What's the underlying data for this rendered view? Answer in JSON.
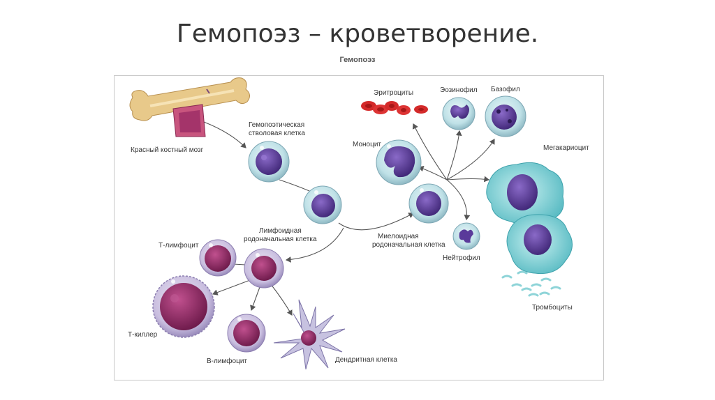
{
  "slide": {
    "title": "Гемопоэз – кроветворение.",
    "figure_title": "Гемопоэз"
  },
  "labels": {
    "red_marrow": "Красный костный мозг",
    "stem_cell_1": "Гемопоэтическая",
    "stem_cell_2": "стволовая клетка",
    "lymphoid_1": "Лимфоидная",
    "lymphoid_2": "родоначальная клетка",
    "myeloid_1": "Миелоидная",
    "myeloid_2": "родоначальная клетка",
    "t_lymphocyte": "Т-лимфоцит",
    "t_killer": "Т-киллер",
    "b_lymphocyte": "В-лимфоцит",
    "dendritic": "Дендритная клетка",
    "erythrocytes": "Эритроциты",
    "eosinophil": "Эозинофил",
    "basophil": "Базофил",
    "monocyte": "Моноцит",
    "megakaryocyte": "Мегакариоцит",
    "neutrophil": "Нейтрофил",
    "platelets": "Тромбоциты"
  },
  "colors": {
    "cell_membrane": "#b8dde3",
    "nucleus_purple": "#5a3a9a",
    "nucleus_magenta": "#9a2a6a",
    "erythrocyte": "#d42a2a",
    "megakaryocyte": "#7fd3d6",
    "bone": "#e8c98a",
    "arrow": "#555555"
  }
}
